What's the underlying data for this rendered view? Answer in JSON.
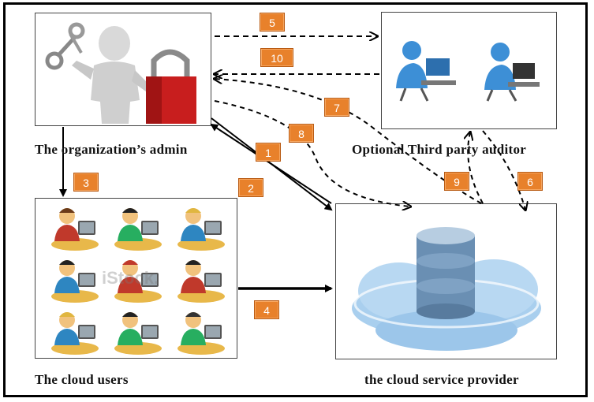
{
  "nodes": {
    "admin": {
      "label": "The organization’s admin"
    },
    "auditor": {
      "label": "Optional Third party auditor"
    },
    "users": {
      "label": "The cloud users",
      "watermark": "iStock."
    },
    "provider": {
      "label": "the cloud service provider"
    }
  },
  "steps": [
    "1",
    "2",
    "3",
    "4",
    "5",
    "6",
    "7",
    "8",
    "9",
    "10"
  ],
  "colors": {
    "badge": "#e8812b",
    "lock": "#c81e1e",
    "cloud": "#a9cfee",
    "database": "#6a8fb3",
    "auditor_figure": "#3d8fd6"
  },
  "icons": [
    "key-icon",
    "padlock-icon",
    "person-at-computer-icon",
    "cloud-icon",
    "database-icon"
  ]
}
